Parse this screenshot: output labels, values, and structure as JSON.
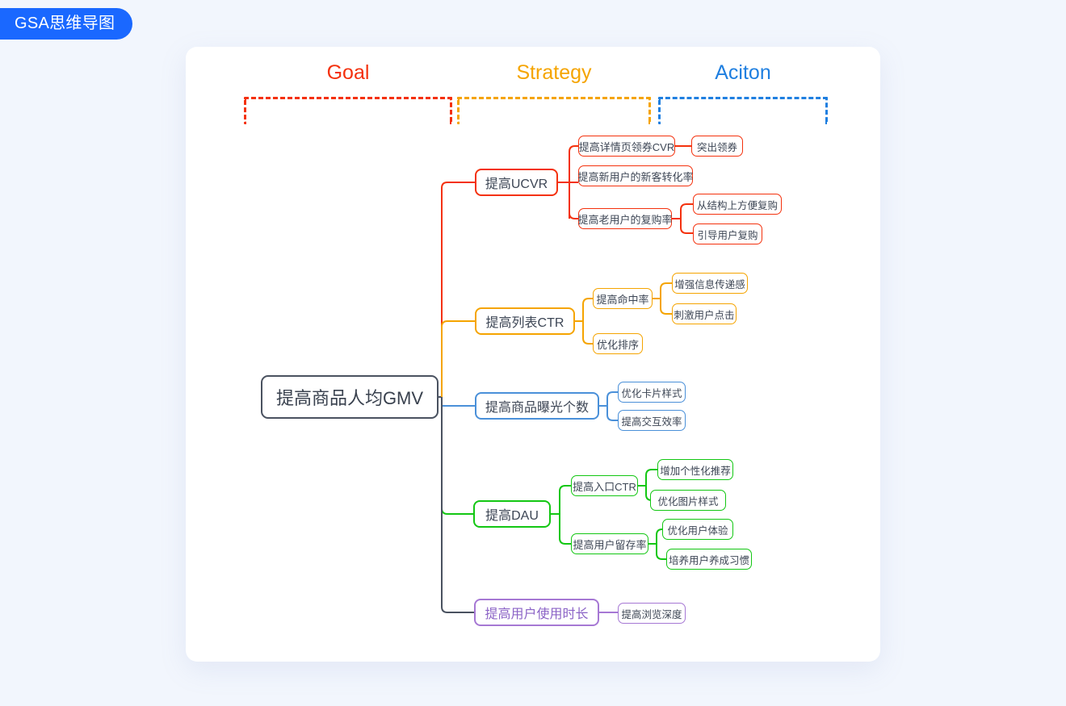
{
  "badge": {
    "label": "GSA思维导图"
  },
  "columns": [
    {
      "key": "goal",
      "label": "Goal",
      "color": "#f4310d"
    },
    {
      "key": "strategy",
      "label": "Strategy",
      "color": "#f5a400"
    },
    {
      "key": "action",
      "label": "Aciton",
      "color": "#1f7fe0"
    }
  ],
  "mindmap": {
    "root": {
      "label": "提高商品人均GMV",
      "color": "#4a5260"
    },
    "branches": [
      {
        "label": "提高UCVR",
        "color": "#f4310d",
        "children": [
          {
            "label": "提高详情页领券CVR",
            "children": [
              {
                "label": "突出领券"
              }
            ]
          },
          {
            "label": "提高新用户的新客转化率",
            "children": []
          },
          {
            "label": "提高老用户的复购率",
            "children": [
              {
                "label": "从结构上方便复购"
              },
              {
                "label": "引导用户复购"
              }
            ]
          }
        ]
      },
      {
        "label": "提高列表CTR",
        "color": "#f5a400",
        "children": [
          {
            "label": "提高命中率",
            "children": [
              {
                "label": "增强信息传递感"
              },
              {
                "label": "刺激用户点击"
              }
            ]
          },
          {
            "label": "优化排序",
            "children": []
          }
        ]
      },
      {
        "label": "提高商品曝光个数",
        "color": "#4a90d9",
        "children": [
          {
            "label": "优化卡片样式",
            "children": []
          },
          {
            "label": "提高交互效率",
            "children": []
          }
        ]
      },
      {
        "label": "提高DAU",
        "color": "#13c713",
        "children": [
          {
            "label": "提高入口CTR",
            "children": [
              {
                "label": "增加个性化推荐"
              },
              {
                "label": "优化图片样式"
              }
            ]
          },
          {
            "label": "提高用户留存率",
            "children": [
              {
                "label": "优化用户体验"
              },
              {
                "label": "培养用户养成习惯"
              }
            ]
          }
        ]
      },
      {
        "label": "提高用户使用时长",
        "color": "#a678d4",
        "children": [
          {
            "label": "提高浏览深度",
            "children": []
          }
        ]
      }
    ]
  },
  "nodes": {
    "root": "提高商品人均GMV",
    "b1": "提高UCVR",
    "b1c1": "提高详情页领券CVR",
    "b1c1g1": "突出领券",
    "b1c2": "提高新用户的新客转化率",
    "b1c3": "提高老用户的复购率",
    "b1c3g1": "从结构上方便复购",
    "b1c3g2": "引导用户复购",
    "b2": "提高列表CTR",
    "b2c1": "提高命中率",
    "b2c1g1": "增强信息传递感",
    "b2c1g2": "刺激用户点击",
    "b2c2": "优化排序",
    "b3": "提高商品曝光个数",
    "b3c1": "优化卡片样式",
    "b3c2": "提高交互效率",
    "b4": "提高DAU",
    "b4c1": "提高入口CTR",
    "b4c1g1": "增加个性化推荐",
    "b4c1g2": "优化图片样式",
    "b4c2": "提高用户留存率",
    "b4c2g1": "优化用户体验",
    "b4c2g2": "培养用户养成习惯",
    "b5": "提高用户使用时长",
    "b5c1": "提高浏览深度"
  }
}
